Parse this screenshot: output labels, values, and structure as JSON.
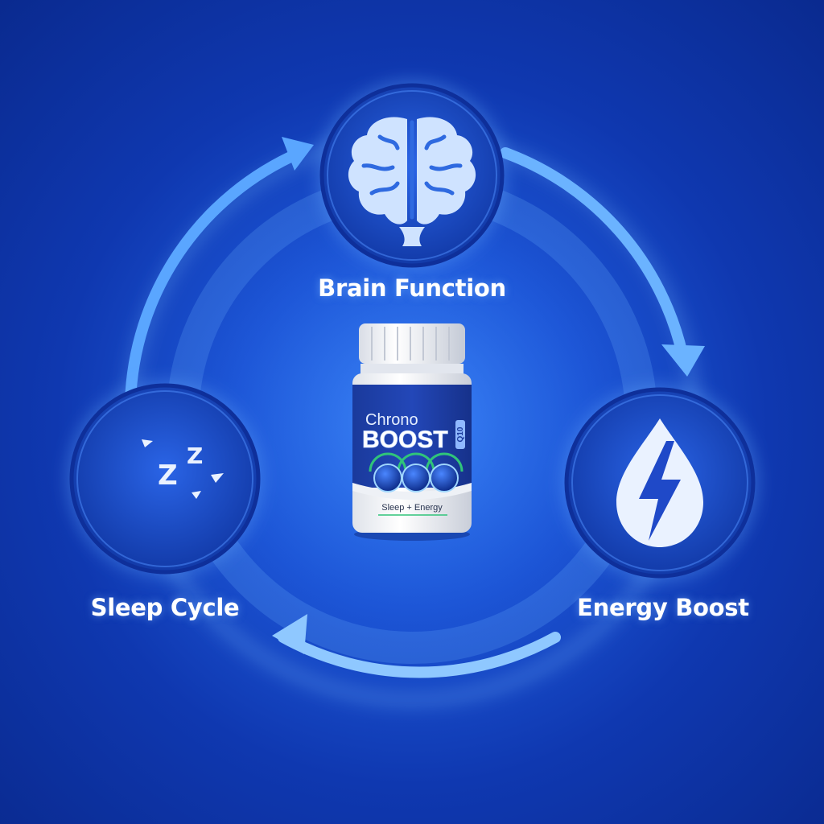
{
  "nodes": {
    "brain": {
      "label": "Brain Function",
      "icon": "brain-icon"
    },
    "energy": {
      "label": "Energy Boost",
      "icon": "lightning-drop-icon"
    },
    "sleep": {
      "label": "Sleep Cycle",
      "icon": "moon-sleep-icon"
    }
  },
  "product": {
    "name_line1": "Chrono",
    "name_line2": "BOOST",
    "name_badge": "Q10",
    "tagline": "Sleep + Energy"
  },
  "cycle": {
    "direction": "clockwise"
  },
  "colors": {
    "background": "#1446c8",
    "ring": "#5aa6ff",
    "node_fill": "#1a4fd0",
    "icon": "#cfe3ff",
    "bottle_band": "#1d3fa8"
  }
}
